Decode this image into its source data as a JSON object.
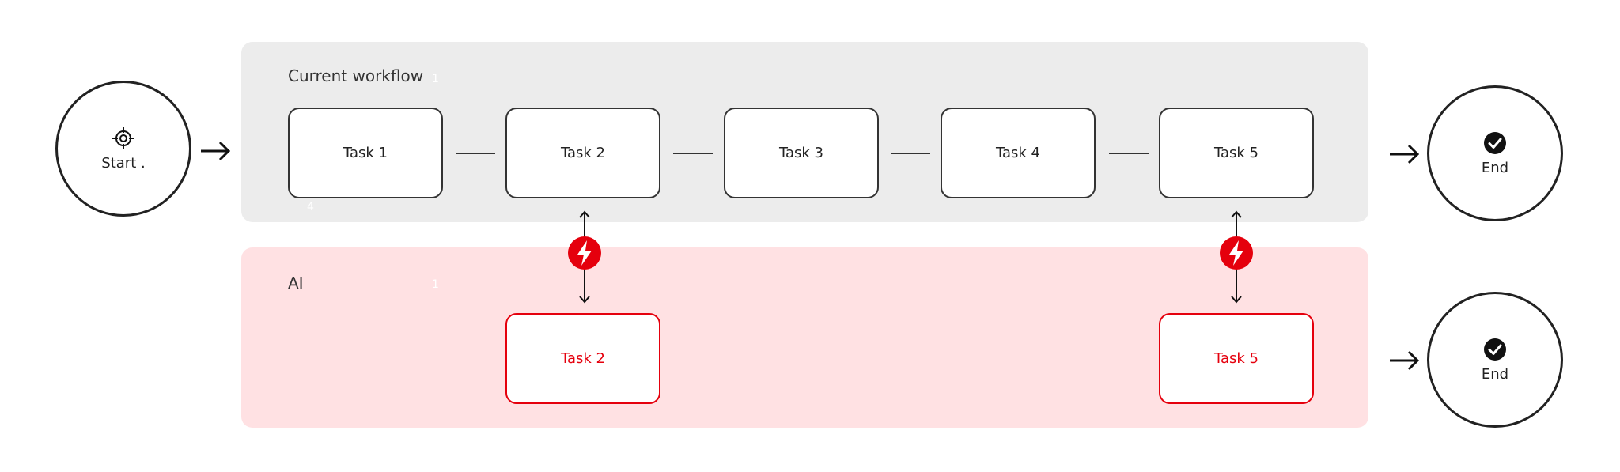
{
  "start": {
    "label": "Start .",
    "icon": "crosshair-icon"
  },
  "lanes": {
    "current": {
      "title": "Current workflow",
      "faint_marks": [
        "1",
        "4"
      ],
      "tasks": [
        "Task 1",
        "Task 2",
        "Task 3",
        "Task 4",
        "Task 5"
      ]
    },
    "ai": {
      "title": "AI",
      "faint_marks": [
        "1"
      ],
      "tasks": [
        "Task 2",
        "Task 5"
      ],
      "accent": "#e5000d",
      "background": "#ffe1e3"
    }
  },
  "ends": [
    {
      "label": "End",
      "icon": "check-circle-icon"
    },
    {
      "label": "End",
      "icon": "check-circle-icon"
    }
  ],
  "colors": {
    "lane_gray": "#ececec",
    "stroke": "#333333",
    "ai_red": "#e5000d"
  }
}
